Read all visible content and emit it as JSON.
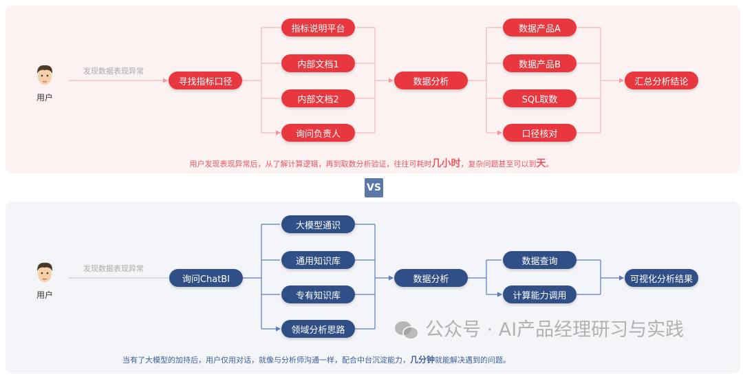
{
  "top": {
    "user_label": "用户",
    "edge_label": "发现数据表现异常",
    "start": "寻找指标口径",
    "col1": [
      "指标说明平台",
      "内部文档1",
      "内部文档2",
      "询问负责人"
    ],
    "middle": "数据分析",
    "col2": [
      "数据产品A",
      "数据产品B",
      "SQL取数",
      "口径核对"
    ],
    "end": "汇总分析结论",
    "caption_pre": "用户发现表现异常后，从了解计算逻辑，再到取数分析验证，往往可耗时",
    "caption_em1": "几小时",
    "caption_mid": "，复杂问题甚至可以到",
    "caption_em2": "天",
    "caption_post": "。"
  },
  "vs": "VS",
  "bottom": {
    "user_label": "用户",
    "edge_label": "发现数据表现异常",
    "start": "询问ChatBI",
    "col1": [
      "大模型通识",
      "通用知识库",
      "专有知识库",
      "领域分析思路"
    ],
    "middle": "数据分析",
    "col2": [
      "数据查询",
      "计算能力调用"
    ],
    "end": "可视化分析结果",
    "caption_pre": "当有了大模型的加持后，用户仅用对话，就像与分析师沟通一样，配合中台沉淀能力，",
    "caption_em1": "几分钟",
    "caption_post": "就能解决遇到的问题。"
  },
  "watermark": "公众号 · AI产品经理研习与实践",
  "colors": {
    "red": "#e8373f",
    "blue": "#2f4f86",
    "red_line": "#f4b8bc",
    "blue_line": "#5a7bc0"
  }
}
